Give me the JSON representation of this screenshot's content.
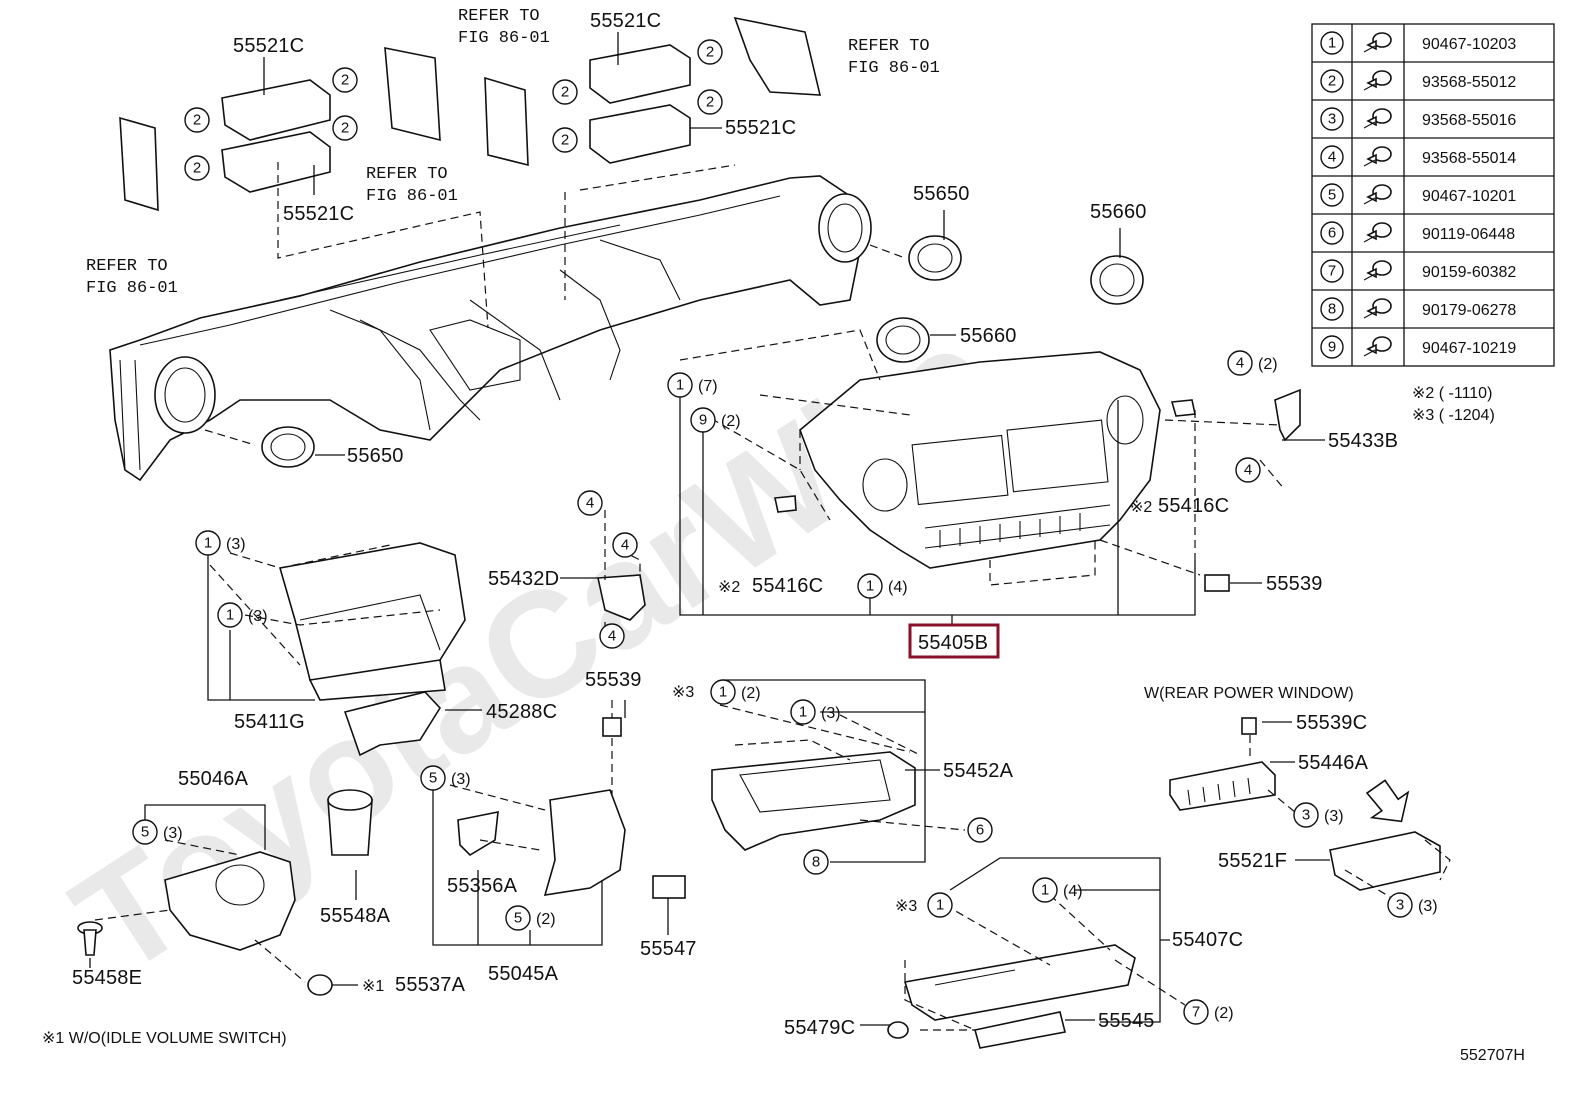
{
  "watermark": "ToyotaCarWire",
  "callouts": {
    "c55521c_a": "55521C",
    "c55521c_b": "55521C",
    "c55521c_c": "55521C",
    "c55521c_d": "55521C",
    "refer_to": "REFER TO",
    "fig_86_01": "FIG 86-01",
    "c55650_a": "55650",
    "c55650_b": "55650",
    "c55660_a": "55660",
    "c55660_b": "55660",
    "c55433b": "55433B",
    "c55416c_a": "55416C",
    "c55416c_b": "55416C",
    "c55539_a": "55539",
    "c55539_b": "55539",
    "c55405b": "55405B",
    "c55432d": "55432D",
    "c55411g": "55411G",
    "c45288c": "45288C",
    "c55452a": "55452A",
    "c55539c": "55539C",
    "c55446a": "55446A",
    "c55521f": "55521F",
    "c55046a": "55046A",
    "c55548a": "55548A",
    "c55356a": "55356A",
    "c55547": "55547",
    "c55045a": "55045A",
    "c55458e": "55458E",
    "c55537a": "55537A",
    "c55407c": "55407C",
    "c55479c": "55479C",
    "c55545": "55545",
    "rear_power_window": "W(REAR POWER WINDOW)",
    "mark2": "※2",
    "mark3": "※3",
    "mark1": "※1"
  },
  "qty": {
    "q7": "(7)",
    "q2": "(2)",
    "q3": "(3)",
    "q4": "(4)"
  },
  "legend_table": {
    "rows": [
      {
        "num": "1",
        "part": "90467-10203"
      },
      {
        "num": "2",
        "part": "93568-55012"
      },
      {
        "num": "3",
        "part": "93568-55016"
      },
      {
        "num": "4",
        "part": "93568-55014"
      },
      {
        "num": "5",
        "part": "90467-10201"
      },
      {
        "num": "6",
        "part": "90119-06448"
      },
      {
        "num": "7",
        "part": "90159-60382"
      },
      {
        "num": "8",
        "part": "90179-06278"
      },
      {
        "num": "9",
        "part": "90467-10219"
      }
    ]
  },
  "notes": {
    "note2": "※2 (      -1110)",
    "note3": "※3 (      -1204)",
    "footnote1": "※1 W/O(IDLE VOLUME SWITCH)",
    "diagram_id": "552707H"
  }
}
